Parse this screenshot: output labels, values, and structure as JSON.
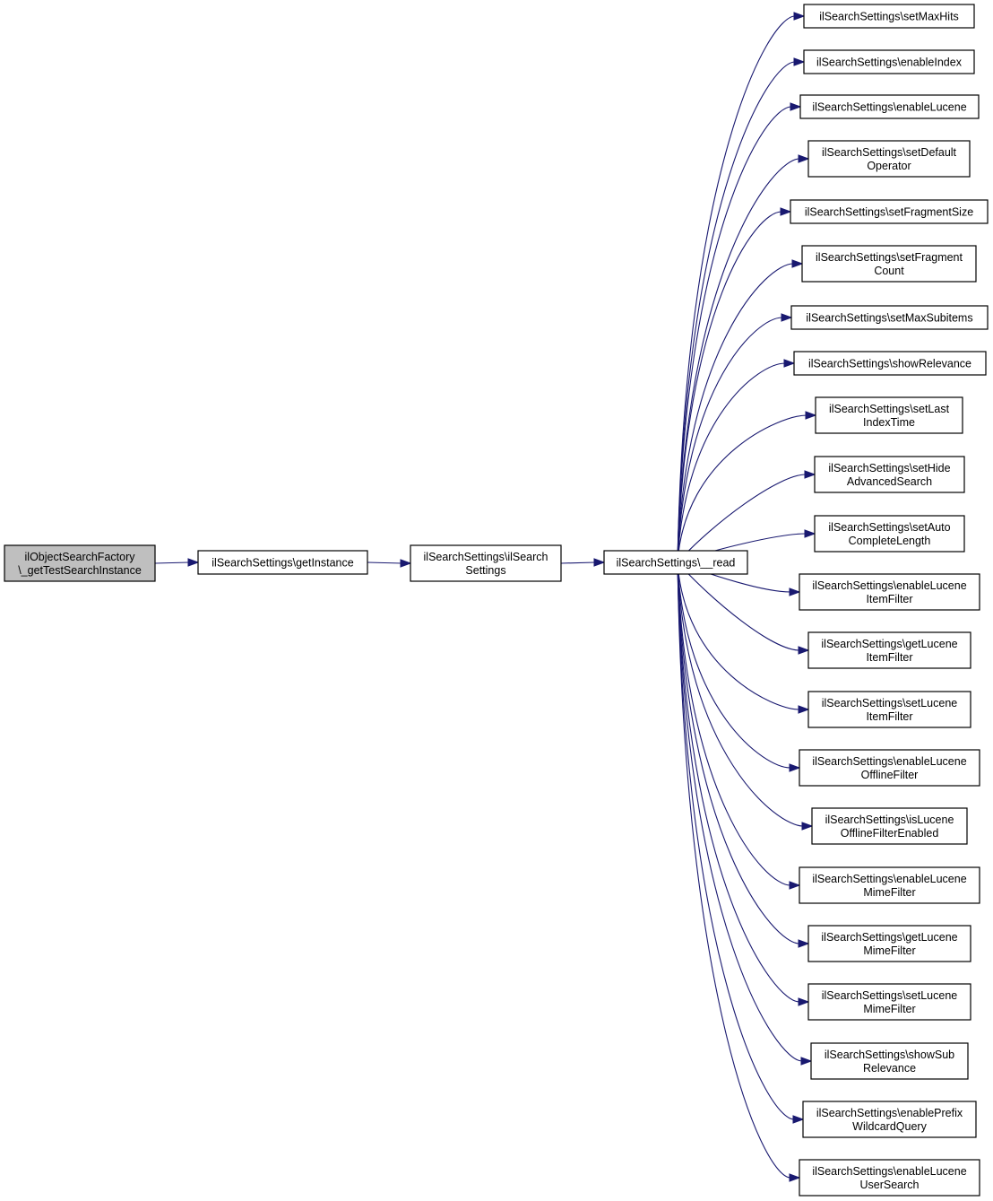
{
  "diagram": {
    "type": "call-graph",
    "nodes": [
      {
        "id": "n0",
        "lines": [
          "ilObjectSearchFactory",
          "\\_getTestSearchInstance"
        ],
        "highlighted": true
      },
      {
        "id": "n1",
        "lines": [
          "ilSearchSettings\\getInstance"
        ]
      },
      {
        "id": "n2",
        "lines": [
          "ilSearchSettings\\ilSearch",
          "Settings"
        ]
      },
      {
        "id": "n3",
        "lines": [
          "ilSearchSettings\\__read"
        ]
      },
      {
        "id": "t0",
        "lines": [
          "ilSearchSettings\\setMaxHits"
        ]
      },
      {
        "id": "t1",
        "lines": [
          "ilSearchSettings\\enableIndex"
        ]
      },
      {
        "id": "t2",
        "lines": [
          "ilSearchSettings\\enableLucene"
        ]
      },
      {
        "id": "t3",
        "lines": [
          "ilSearchSettings\\setDefault",
          "Operator"
        ]
      },
      {
        "id": "t4",
        "lines": [
          "ilSearchSettings\\setFragmentSize"
        ]
      },
      {
        "id": "t5",
        "lines": [
          "ilSearchSettings\\setFragment",
          "Count"
        ]
      },
      {
        "id": "t6",
        "lines": [
          "ilSearchSettings\\setMaxSubitems"
        ]
      },
      {
        "id": "t7",
        "lines": [
          "ilSearchSettings\\showRelevance"
        ]
      },
      {
        "id": "t8",
        "lines": [
          "ilSearchSettings\\setLast",
          "IndexTime"
        ]
      },
      {
        "id": "t9",
        "lines": [
          "ilSearchSettings\\setHide",
          "AdvancedSearch"
        ]
      },
      {
        "id": "t10",
        "lines": [
          "ilSearchSettings\\setAuto",
          "CompleteLength"
        ]
      },
      {
        "id": "t11",
        "lines": [
          "ilSearchSettings\\enableLucene",
          "ItemFilter"
        ]
      },
      {
        "id": "t12",
        "lines": [
          "ilSearchSettings\\getLucene",
          "ItemFilter"
        ]
      },
      {
        "id": "t13",
        "lines": [
          "ilSearchSettings\\setLucene",
          "ItemFilter"
        ]
      },
      {
        "id": "t14",
        "lines": [
          "ilSearchSettings\\enableLucene",
          "OfflineFilter"
        ]
      },
      {
        "id": "t15",
        "lines": [
          "ilSearchSettings\\isLucene",
          "OfflineFilterEnabled"
        ]
      },
      {
        "id": "t16",
        "lines": [
          "ilSearchSettings\\enableLucene",
          "MimeFilter"
        ]
      },
      {
        "id": "t17",
        "lines": [
          "ilSearchSettings\\getLucene",
          "MimeFilter"
        ]
      },
      {
        "id": "t18",
        "lines": [
          "ilSearchSettings\\setLucene",
          "MimeFilter"
        ]
      },
      {
        "id": "t19",
        "lines": [
          "ilSearchSettings\\showSub",
          "Relevance"
        ]
      },
      {
        "id": "t20",
        "lines": [
          "ilSearchSettings\\enablePrefix",
          "WildcardQuery"
        ]
      },
      {
        "id": "t21",
        "lines": [
          "ilSearchSettings\\enableLucene",
          "UserSearch"
        ]
      }
    ],
    "edges": [
      {
        "from": "n0",
        "to": "n1"
      },
      {
        "from": "n1",
        "to": "n2"
      },
      {
        "from": "n2",
        "to": "n3"
      },
      {
        "from": "n3",
        "to": "t0"
      },
      {
        "from": "n3",
        "to": "t1"
      },
      {
        "from": "n3",
        "to": "t2"
      },
      {
        "from": "n3",
        "to": "t3"
      },
      {
        "from": "n3",
        "to": "t4"
      },
      {
        "from": "n3",
        "to": "t5"
      },
      {
        "from": "n3",
        "to": "t6"
      },
      {
        "from": "n3",
        "to": "t7"
      },
      {
        "from": "n3",
        "to": "t8"
      },
      {
        "from": "n3",
        "to": "t9"
      },
      {
        "from": "n3",
        "to": "t10"
      },
      {
        "from": "n3",
        "to": "t11"
      },
      {
        "from": "n3",
        "to": "t12"
      },
      {
        "from": "n3",
        "to": "t13"
      },
      {
        "from": "n3",
        "to": "t14"
      },
      {
        "from": "n3",
        "to": "t15"
      },
      {
        "from": "n3",
        "to": "t16"
      },
      {
        "from": "n3",
        "to": "t17"
      },
      {
        "from": "n3",
        "to": "t18"
      },
      {
        "from": "n3",
        "to": "t19"
      },
      {
        "from": "n3",
        "to": "t20"
      },
      {
        "from": "n3",
        "to": "t21"
      }
    ],
    "colors": {
      "edge": "#191970",
      "highlighted_node_fill": "#bfbfbf",
      "node_fill": "#ffffff",
      "node_border": "#000000"
    }
  }
}
